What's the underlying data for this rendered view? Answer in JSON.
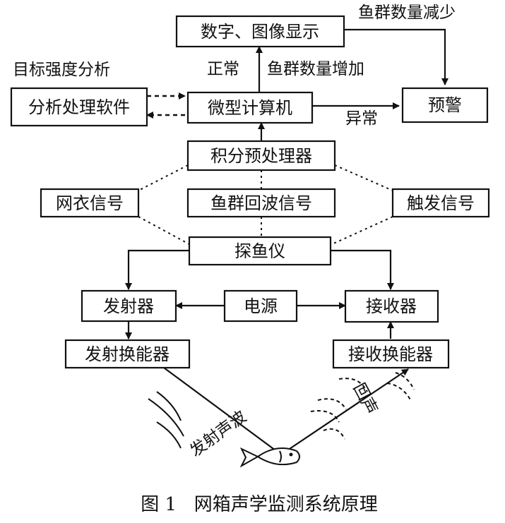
{
  "boxes": {
    "display": "数字、图像显示",
    "analysis_software": "分析处理软件",
    "microcomputer": "微型计算机",
    "warning": "预警",
    "integrator": "积分预处理器",
    "net_signal": "网衣信号",
    "echo_signal": "鱼群回波信号",
    "trigger_signal": "触发信号",
    "sounder": "探鱼仪",
    "transmitter": "发射器",
    "power": "电源",
    "receiver": "接收器",
    "transmit_transducer": "发射换能器",
    "receive_transducer": "接收换能器"
  },
  "labels": {
    "fish_decrease": "鱼群数量减少",
    "target_strength": "目标强度分析",
    "normal": "正常",
    "fish_increase": "鱼群数量增加",
    "abnormal": "异常",
    "emitted_wave": "发射声波",
    "echo": "回声"
  },
  "caption": "图 1   网箱声学监测系统原理"
}
